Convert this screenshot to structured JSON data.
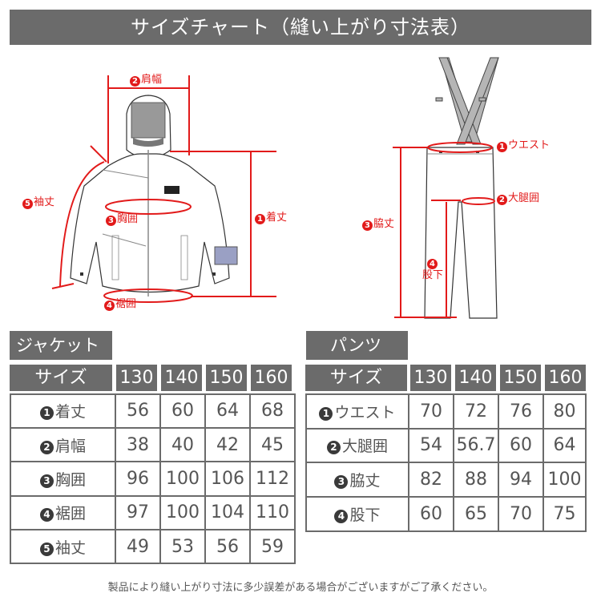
{
  "title": "サイズチャート（縫い上がり寸法表）",
  "jacket_diagram": {
    "callouts": [
      {
        "num": "1",
        "label": "着丈"
      },
      {
        "num": "2",
        "label": "肩幅"
      },
      {
        "num": "3",
        "label": "胸囲"
      },
      {
        "num": "4",
        "label": "裾囲"
      },
      {
        "num": "5",
        "label": "袖丈"
      }
    ]
  },
  "pants_diagram": {
    "callouts": [
      {
        "num": "1",
        "label": "ウエスト"
      },
      {
        "num": "2",
        "label": "大腿囲"
      },
      {
        "num": "3",
        "label": "脇丈"
      },
      {
        "num": "4",
        "label": "股下"
      }
    ]
  },
  "accent_color": "#e21a1a",
  "header_color": "#6b6b6b",
  "jacket_table": {
    "section_label": "ジャケット",
    "size_header": "サイズ",
    "sizes": [
      "130",
      "140",
      "150",
      "160"
    ],
    "rows": [
      {
        "num": "1",
        "label": "着丈",
        "values": [
          "56",
          "60",
          "64",
          "68"
        ]
      },
      {
        "num": "2",
        "label": "肩幅",
        "values": [
          "38",
          "40",
          "42",
          "45"
        ]
      },
      {
        "num": "3",
        "label": "胸囲",
        "values": [
          "96",
          "100",
          "106",
          "112"
        ]
      },
      {
        "num": "4",
        "label": "裾囲",
        "values": [
          "97",
          "100",
          "104",
          "110"
        ]
      },
      {
        "num": "5",
        "label": "袖丈",
        "values": [
          "49",
          "53",
          "56",
          "59"
        ]
      }
    ]
  },
  "pants_table": {
    "section_label": "パンツ",
    "size_header": "サイズ",
    "sizes": [
      "130",
      "140",
      "150",
      "160"
    ],
    "rows": [
      {
        "num": "1",
        "label": "ウエスト",
        "values": [
          "70",
          "72",
          "76",
          "80"
        ]
      },
      {
        "num": "2",
        "label": "大腿囲",
        "values": [
          "54",
          "56.7",
          "60",
          "64"
        ]
      },
      {
        "num": "3",
        "label": "脇丈",
        "values": [
          "82",
          "88",
          "94",
          "100"
        ]
      },
      {
        "num": "4",
        "label": "股下",
        "values": [
          "60",
          "65",
          "70",
          "75"
        ]
      }
    ]
  },
  "footnote": "製品により縫い上がり寸法に多少誤差がある場合がございますがご了承ください。"
}
